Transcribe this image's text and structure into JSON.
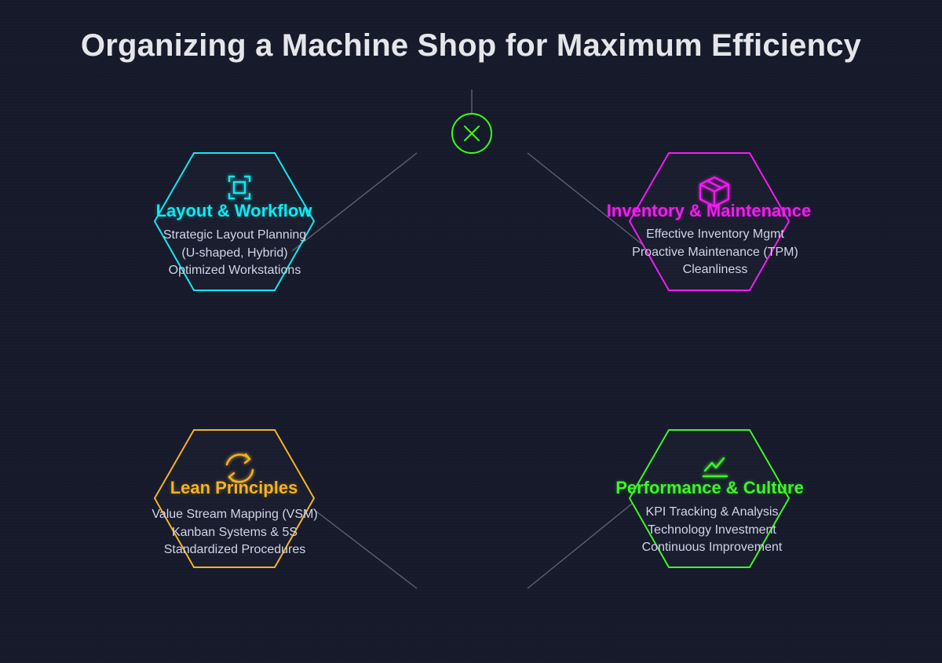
{
  "title": "Organizing a Machine Shop for Maximum Efficiency",
  "center": {
    "icon": "close-x-icon",
    "color": "#39ff14"
  },
  "nodes": [
    {
      "id": "layout",
      "title": "Layout & Workflow",
      "color": "#12e8f0",
      "icon": "frame-scan-icon",
      "items": [
        "Strategic Layout Planning",
        "(U-shaped, Hybrid)",
        "Optimized Workstations"
      ]
    },
    {
      "id": "inventory",
      "title": "Inventory & Maintenance",
      "color": "#f21cf0",
      "icon": "package-box-icon",
      "items": [
        "Effective Inventory Mgmt",
        "Proactive Maintenance (TPM)",
        "Cleanliness"
      ]
    },
    {
      "id": "lean",
      "title": "Lean Principles",
      "color": "#f5b321",
      "icon": "cycle-arrows-icon",
      "items": [
        "Value Stream Mapping (VSM)",
        "Kanban Systems & 5S",
        "Standardized Procedures"
      ]
    },
    {
      "id": "performance",
      "title": "Performance & Culture",
      "color": "#3ff428",
      "icon": "trend-chart-icon",
      "items": [
        "KPI Tracking & Analysis",
        "Technology Investment",
        "Continuous Improvement"
      ]
    }
  ]
}
